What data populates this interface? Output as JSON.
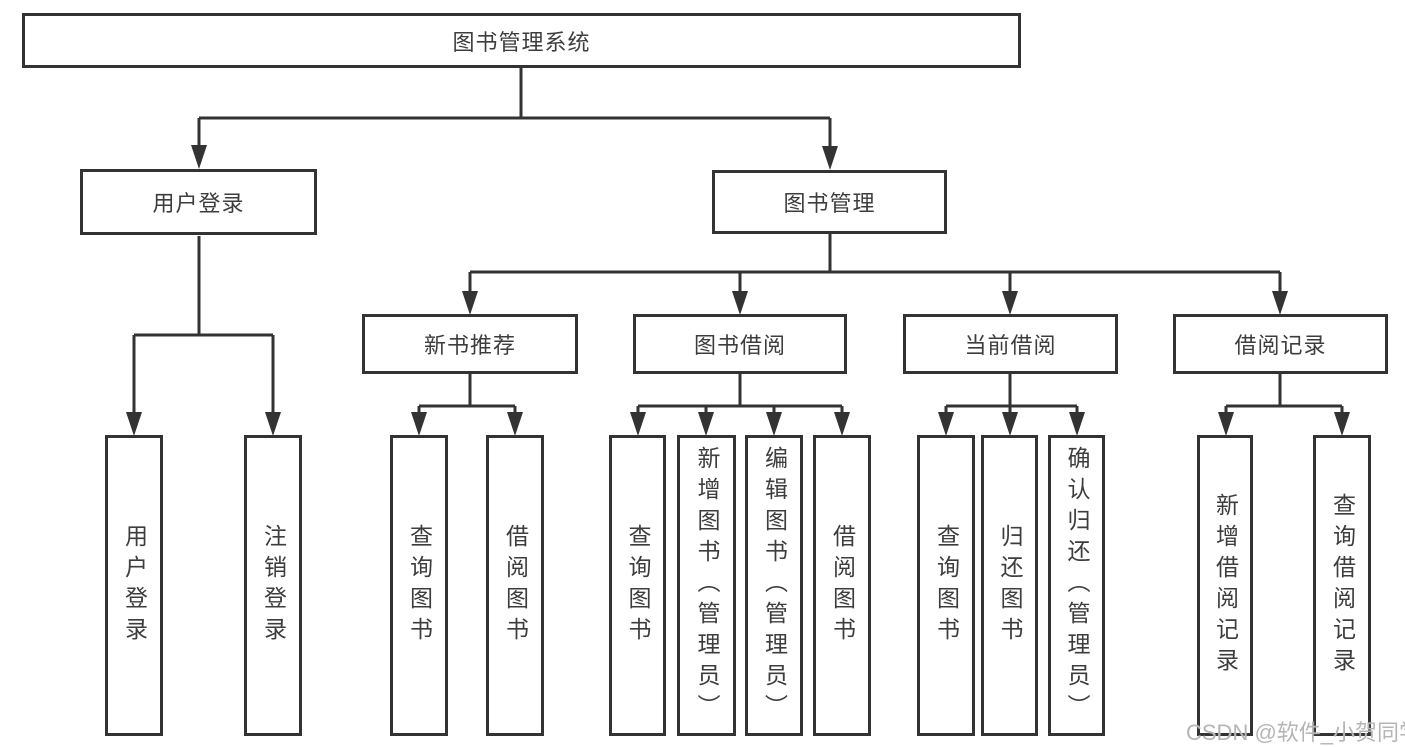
{
  "root": {
    "label": "图书管理系统"
  },
  "branches": {
    "user": {
      "label": "用户登录",
      "children": [
        "用户登录",
        "注销登录"
      ]
    },
    "book": {
      "label": "图书管理"
    }
  },
  "modules": [
    {
      "label": "新书推荐",
      "children": [
        "查询图书",
        "借阅图书"
      ]
    },
    {
      "label": "图书借阅",
      "children": [
        "查询图书",
        "新增图书（管理员）",
        "编辑图书（管理员）",
        "借阅图书"
      ]
    },
    {
      "label": "当前借阅",
      "children": [
        "查询图书",
        "归还图书",
        "确认归还（管理员）"
      ]
    },
    {
      "label": "借阅记录",
      "children": [
        "新增借阅记录",
        "查询借阅记录"
      ]
    }
  ],
  "watermark": {
    "text": "CSDN @软件_小贺同学"
  },
  "colors": {
    "line": "#333333",
    "box_border": "#333333",
    "text": "#3d3d3d",
    "watermark": "#b5b5b5",
    "background": "#ffffff"
  }
}
